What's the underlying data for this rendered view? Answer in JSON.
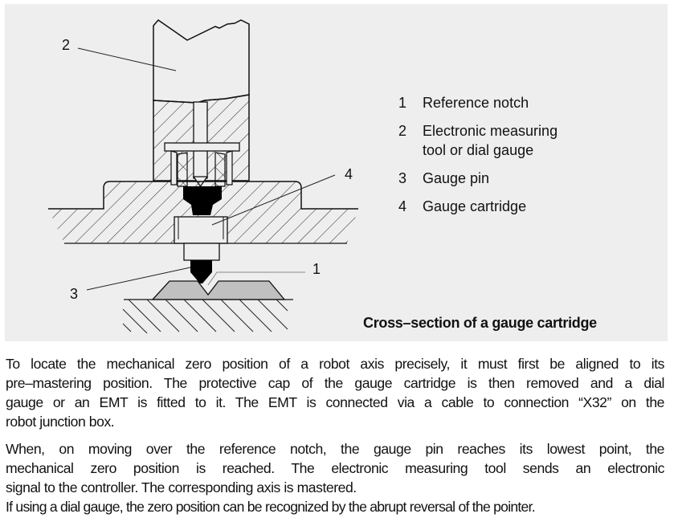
{
  "figure": {
    "caption": "Cross–section of a gauge cartridge",
    "callouts": [
      "1",
      "2",
      "3",
      "4"
    ],
    "legend": [
      {
        "num": "1",
        "text": "Reference notch"
      },
      {
        "num": "2",
        "text": "Electronic measuring tool or dial gauge"
      },
      {
        "num": "3",
        "text": "Gauge pin"
      },
      {
        "num": "4",
        "text": "Gauge cartridge"
      }
    ],
    "colors": {
      "panel": "#eeeeee",
      "notch": "#c0c0c0",
      "pin": "#000000"
    }
  },
  "paragraphs": {
    "p1": [
      "To locate the mechanical zero position of a robot axis precisely, it must first be aligned to its",
      "pre–mastering position. The protective cap of the gauge cartridge is then removed and a dial",
      "gauge or an EMT is fitted to it. The EMT is connected via a cable to connection “X32” on the",
      "robot junction box."
    ],
    "p2": [
      "When, on moving over the reference notch, the gauge pin reaches its lowest point, the",
      "mechanical zero position is reached. The electronic measuring tool sends an electronic",
      "signal to the controller. The corresponding axis is mastered.",
      "If using a dial gauge, the zero position can be recognized by the abrupt reversal of the pointer."
    ]
  }
}
